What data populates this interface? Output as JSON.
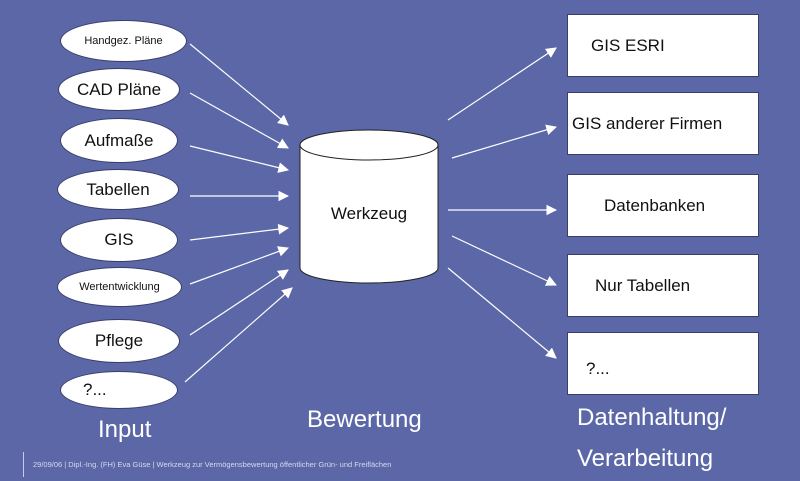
{
  "inputs": [
    {
      "label": "Handgez. Pläne"
    },
    {
      "label": "CAD Pläne"
    },
    {
      "label": "Aufmaße"
    },
    {
      "label": "Tabellen"
    },
    {
      "label": "GIS"
    },
    {
      "label": "Wertentwicklung"
    },
    {
      "label": "Pflege"
    },
    {
      "label": "?..."
    }
  ],
  "tool": {
    "label": "Werkzeug"
  },
  "outputs": [
    {
      "label": "GIS ESRI"
    },
    {
      "label": "GIS anderer Firmen"
    },
    {
      "label": "Datenbanken"
    },
    {
      "label": "Nur Tabellen"
    },
    {
      "label": "?..."
    }
  ],
  "captions": {
    "input": "Input",
    "center": "Bewertung",
    "output_line1": "Datenhaltung/",
    "output_line2": "Verarbeitung"
  },
  "footer": "29/09/06 | Dipl.-Ing. (FH) Eva Güse | Werkzeug zur Vermögensbewertung öffentlicher Grün- und Freiflächen",
  "colors": {
    "background": "#5b67a6",
    "shapes": "#ffffff",
    "arrows": "#ffffff"
  }
}
